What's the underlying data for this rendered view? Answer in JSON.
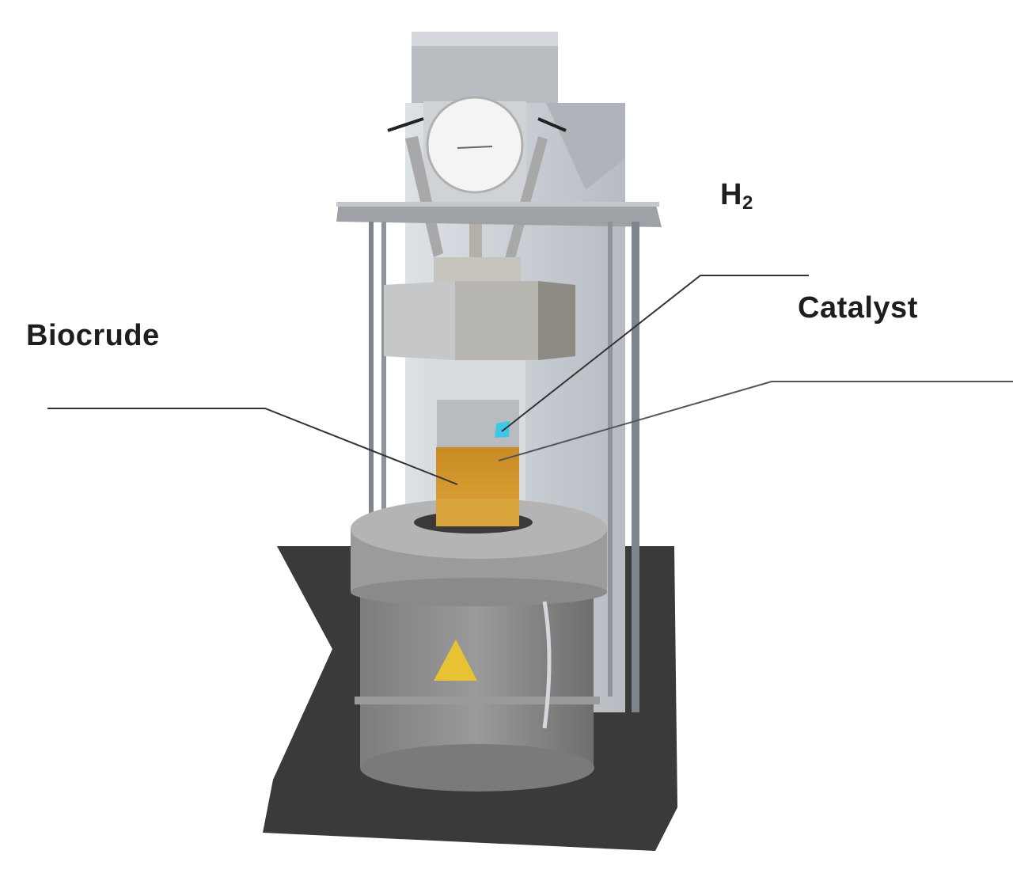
{
  "labels": {
    "biocrude": "Biocrude",
    "catalyst": "Catalyst",
    "h2_main": "H",
    "h2_sub": "2"
  },
  "colors": {
    "metal_light": "#c9ced3",
    "metal_dark": "#8f9296",
    "heater": "#8a8a8a",
    "base": "#3a3a3a",
    "biocrude": "#d79a2b",
    "catalyst": "#3fc7e6",
    "warning": "#e8c234"
  }
}
